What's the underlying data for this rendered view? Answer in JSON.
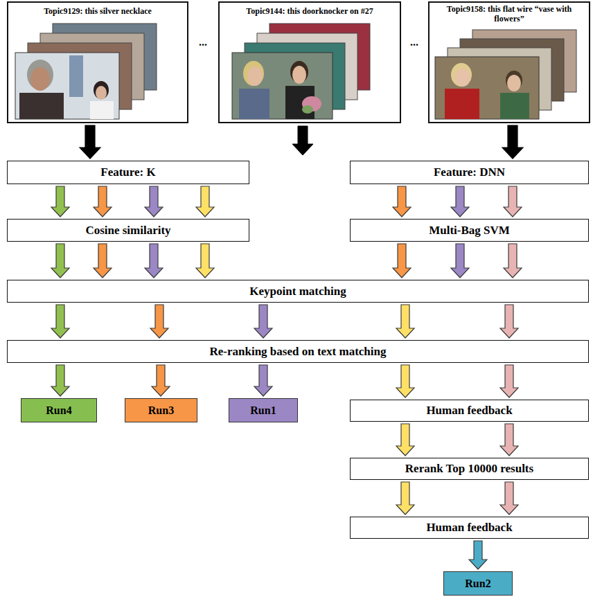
{
  "diagram": {
    "nodes": [
      {
        "text": [
          "Topic9129: this silver necklace"
        ]
      },
      {
        "text": [
          "Topic9144: this doorknocker on #27"
        ]
      },
      {
        "text": [
          "Topic9158: this flat wire “vase with flowers”"
        ]
      },
      {
        "text": [
          "Feature: K"
        ]
      },
      {
        "text": [
          "Feature: DNN"
        ]
      },
      {
        "text": [
          "Cosine similarity"
        ]
      },
      {
        "text": [
          "Multi-Bag SVM"
        ]
      },
      {
        "text": [
          "Keypoint matching"
        ]
      },
      {
        "text": [
          "Re-ranking based on text matching"
        ]
      },
      {
        "text": [
          "Run4"
        ]
      },
      {
        "text": [
          "Run3"
        ]
      },
      {
        "text": [
          "Run1"
        ]
      },
      {
        "text": [
          "Human feedback"
        ]
      },
      {
        "text": [
          "Rerank Top 10000 results"
        ]
      },
      {
        "text": [
          "Human feedback"
        ]
      },
      {
        "text": [
          "Run2"
        ]
      }
    ],
    "edges": [
      {
        "from": 0,
        "to": 3,
        "arrow": "to"
      },
      {
        "from": 2,
        "to": 4,
        "arrow": "to"
      },
      {
        "from": 3,
        "to": 5,
        "arrow": "to"
      },
      {
        "from": 3,
        "to": 5,
        "arrow": "to"
      },
      {
        "from": 3,
        "to": 5,
        "arrow": "to"
      },
      {
        "from": 3,
        "to": 5,
        "arrow": "to"
      },
      {
        "from": 4,
        "to": 6,
        "arrow": "to"
      },
      {
        "from": 4,
        "to": 6,
        "arrow": "to"
      },
      {
        "from": 4,
        "to": 6,
        "arrow": "to"
      },
      {
        "from": 5,
        "to": 7,
        "arrow": "to"
      },
      {
        "from": 5,
        "to": 7,
        "arrow": "to"
      },
      {
        "from": 5,
        "to": 7,
        "arrow": "to"
      },
      {
        "from": 5,
        "to": 7,
        "arrow": "to"
      },
      {
        "from": 6,
        "to": 7,
        "arrow": "to"
      },
      {
        "from": 6,
        "to": 7,
        "arrow": "to"
      },
      {
        "from": 6,
        "to": 7,
        "arrow": "to"
      },
      {
        "from": 7,
        "to": 8,
        "arrow": "to"
      },
      {
        "from": 7,
        "to": 8,
        "arrow": "to"
      },
      {
        "from": 7,
        "to": 8,
        "arrow": "to"
      },
      {
        "from": 7,
        "to": 8,
        "arrow": "to"
      },
      {
        "from": 7,
        "to": 8,
        "arrow": "to"
      },
      {
        "from": 8,
        "to": 9,
        "arrow": "to"
      },
      {
        "from": 8,
        "to": 10,
        "arrow": "to"
      },
      {
        "from": 8,
        "to": 11,
        "arrow": "to"
      },
      {
        "from": 8,
        "to": 12,
        "arrow": "to"
      },
      {
        "from": 8,
        "to": 12,
        "arrow": "to"
      },
      {
        "from": 12,
        "to": 13,
        "arrow": "to"
      },
      {
        "from": 12,
        "to": 13,
        "arrow": "to"
      },
      {
        "from": 13,
        "to": 14,
        "arrow": "to"
      },
      {
        "from": 13,
        "to": 14,
        "arrow": "to"
      },
      {
        "from": 14,
        "to": 15,
        "arrow": "to"
      }
    ],
    "labels": [
      "...",
      "..."
    ]
  }
}
